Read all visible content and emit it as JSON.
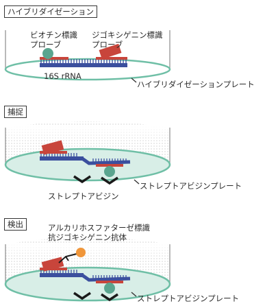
{
  "panels": [
    {
      "title": "ハイブリダイゼーション",
      "plate_label": "ハイブリダイゼーションプレート"
    },
    {
      "title": "捕捉",
      "plate_label": "ストレプトアビジンプレート"
    },
    {
      "title": "検出",
      "plate_label": "ストレプトアビジンプレート"
    }
  ],
  "labels": {
    "biotin_probe_line1": "ビオチン標識",
    "biotin_probe_line2": "プローブ",
    "dig_probe_line1": "ジゴキシゲニン標識",
    "dig_probe_line2": "プローブ",
    "rrna": "16S rRNA",
    "streptavidin": "ストレプトアビジン",
    "ap_antibody_line1": "アルカリホスファターゼ標識",
    "ap_antibody_line2": "抗ジゴキシゲニン抗体"
  },
  "colors": {
    "plate_rim": "#6fbfa6",
    "plate_fill": "#d8eee7",
    "rrna_strand": "#3b4f9e",
    "dig_probe": "#c8453b",
    "biotin": "#5aa58f",
    "alkaline_phosphatase": "#f0963a",
    "streptavidin": "#1a1a1a"
  }
}
